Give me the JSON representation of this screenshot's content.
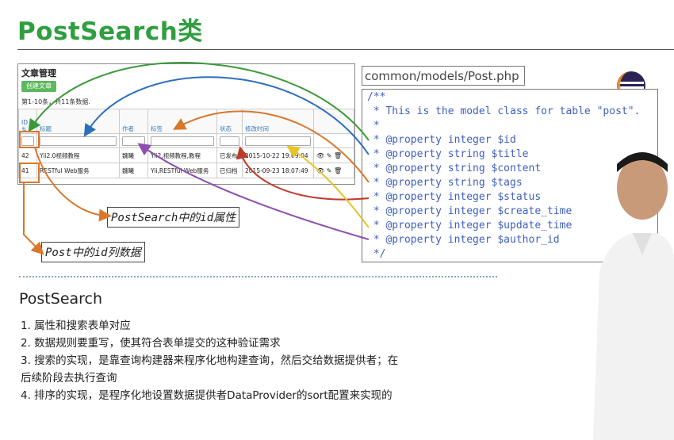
{
  "slide": {
    "title": "PostSearch类",
    "section_heading": "PostSearch",
    "points": [
      "1.  属性和搜索表单对应",
      "2.  数据规则要重写，使其符合表单提交的这种验证需求",
      "3.  搜索的实现，是靠查询构建器来程序化地构建查询，然后交给数据提供者；在",
      "     后续阶段去执行查询",
      "4.  排序的实现，是程序化地设置数据提供者DataProvider的sort配置来实现的"
    ]
  },
  "admin_panel": {
    "heading": "文章管理",
    "create_button": "创建文章",
    "summary": "第1-10条，共11条数据.",
    "columns": [
      "ID",
      "标题",
      "作者",
      "标签",
      "状态",
      "修改时间",
      ""
    ],
    "rows": [
      {
        "id": "42",
        "title": "Yii2.0视频教程",
        "author": "魏曦",
        "tags": "Yii2,视频教程,教程",
        "status": "已发布",
        "updated": "2015-10-22 19:09:04",
        "actions": "👁 ✎ 🗑"
      },
      {
        "id": "41",
        "title": "RESTful Web服务",
        "author": "魏曦",
        "tags": "Yii,RESTful Web服务",
        "status": "已归档",
        "updated": "2015-09-23 18:07:49",
        "actions": "👁 ✎ 🗑"
      }
    ]
  },
  "code_panel": {
    "file_path": "common/models/Post.php",
    "lines": [
      "/**",
      " * This is the model class for table \"post\".",
      " *",
      " * @property integer $id",
      " * @property string $title",
      " * @property string $content",
      " * @property string $tags",
      " * @property integer $status",
      " * @property integer $create_time",
      " * @property integer $update_time",
      " * @property integer $author_id",
      " */"
    ]
  },
  "callouts": {
    "search_attr": "PostSearch中的id属性",
    "post_id_data": "Post中的id列数据"
  },
  "colors": {
    "title_green": "#2f9e3f",
    "arrow_green": "#3a9a3a",
    "arrow_blue": "#2b6fbf",
    "arrow_orange": "#d9772b",
    "arrow_red": "#c0392b",
    "arrow_yellow": "#e6c42a",
    "arrow_purple": "#8e4fb0",
    "code_blue": "#3f5fbf"
  },
  "icons": [
    "eclipse-logo-icon",
    "view-icon",
    "edit-icon",
    "delete-icon",
    "sort-icon"
  ]
}
